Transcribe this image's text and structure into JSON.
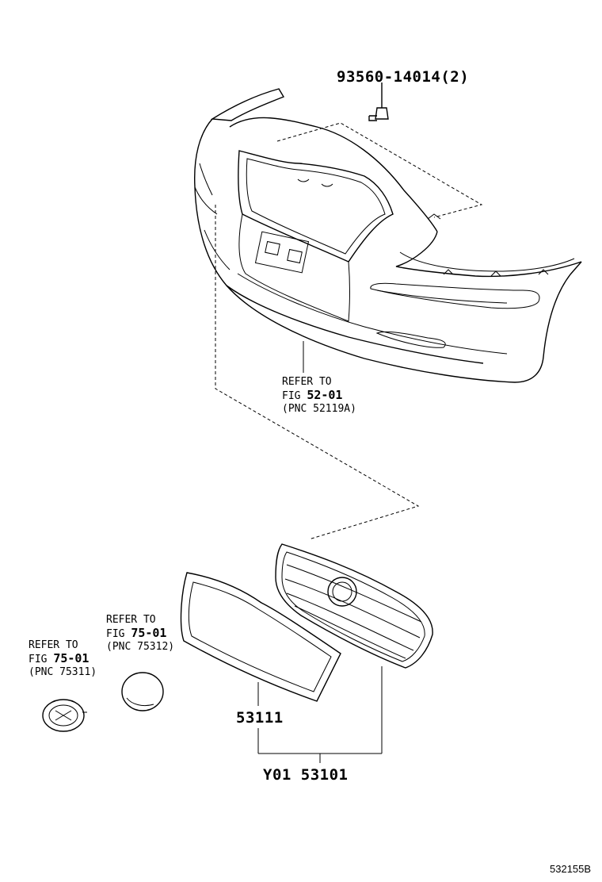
{
  "labels": {
    "bolt": "93560-14014(2)",
    "gasket": "53111",
    "assembly": "Y01 53101",
    "diagram_code": "532155B"
  },
  "refs": {
    "bumper": {
      "line1": "REFER TO",
      "fig_prefix": "FIG ",
      "fig": "52-01",
      "pnc": "(PNC 52119A)"
    },
    "ornament": {
      "line1": "REFER TO",
      "fig_prefix": "FIG ",
      "fig": "75-01",
      "pnc": "(PNC 75312)"
    },
    "emblem": {
      "line1": "REFER TO",
      "fig_prefix": "FIG ",
      "fig": "75-01",
      "pnc": "(PNC 75311)"
    }
  }
}
